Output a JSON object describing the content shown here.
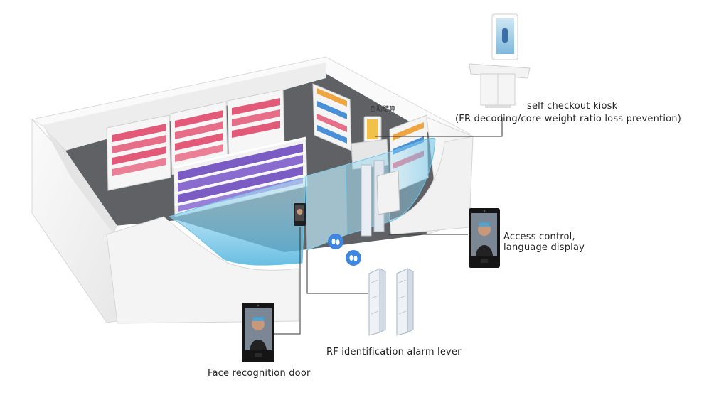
{
  "scene": {
    "store_sign": "自助结算"
  },
  "callouts": {
    "kiosk_title": "self checkout kiosk",
    "kiosk_subtitle": "(FR decoding/core weight ratio loss prevention)",
    "access_line1": "Access control,",
    "access_line2": "language display",
    "rf_label": "RF identification alarm lever",
    "face_door_label": "Face recognition door"
  },
  "colors": {
    "wall": "#f3f3f3",
    "floor": "#5e6064",
    "shelf_red": "#e35a78",
    "shelf_purple": "#7b5bc4",
    "glass": "#8fd3ec",
    "leader_line": "#333333",
    "gate_pole": "#dfe6ee"
  }
}
